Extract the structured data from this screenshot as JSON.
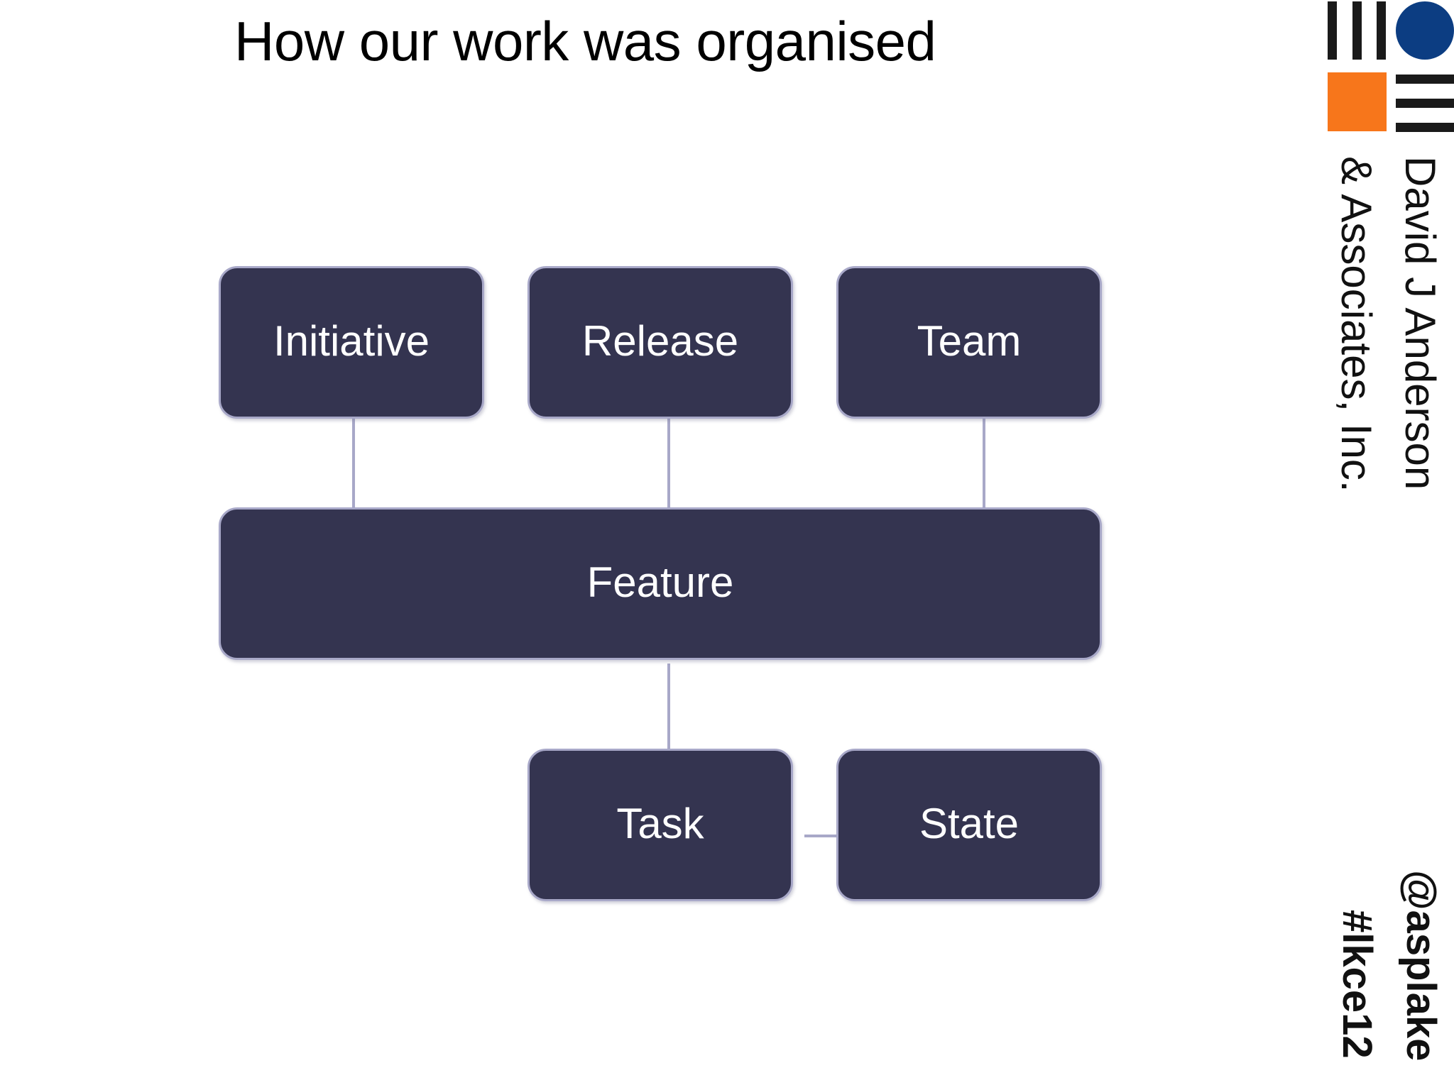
{
  "slide": {
    "title": "How our work was organised",
    "background_color": "#ffffff"
  },
  "diagram": {
    "type": "hierarchy",
    "node_fill_color": "#343450",
    "node_border_color": "#a8a8c8",
    "node_text_color": "#ffffff",
    "connector_color": "#a8a8c8",
    "nodes": [
      {
        "id": "initiative",
        "label": "Initiative",
        "row": "top"
      },
      {
        "id": "release",
        "label": "Release",
        "row": "top"
      },
      {
        "id": "team",
        "label": "Team",
        "row": "top"
      },
      {
        "id": "feature",
        "label": "Feature",
        "row": "middle"
      },
      {
        "id": "task",
        "label": "Task",
        "row": "bottom"
      },
      {
        "id": "state",
        "label": "State",
        "row": "bottom"
      }
    ],
    "edges": [
      {
        "from": "initiative",
        "to": "feature",
        "orientation": "vertical"
      },
      {
        "from": "release",
        "to": "feature",
        "orientation": "vertical"
      },
      {
        "from": "team",
        "to": "feature",
        "orientation": "vertical"
      },
      {
        "from": "feature",
        "to": "task",
        "orientation": "vertical"
      },
      {
        "from": "task",
        "to": "state",
        "orientation": "horizontal"
      }
    ]
  },
  "brand": {
    "logo": {
      "name": "david-j-anderson-associates-logo",
      "vertical_bar_color": "#1a1a1a",
      "circle_color": "#134592",
      "square_color": "#f7761b",
      "horizontal_bar_color": "#1a1a1a",
      "vertical_bar_count": 3,
      "horizontal_bar_count": 3
    },
    "company_line_1": "David J Anderson",
    "company_line_2": "& Associates, Inc.",
    "twitter_handle": "@asplake",
    "hashtag": "#lkce12"
  }
}
